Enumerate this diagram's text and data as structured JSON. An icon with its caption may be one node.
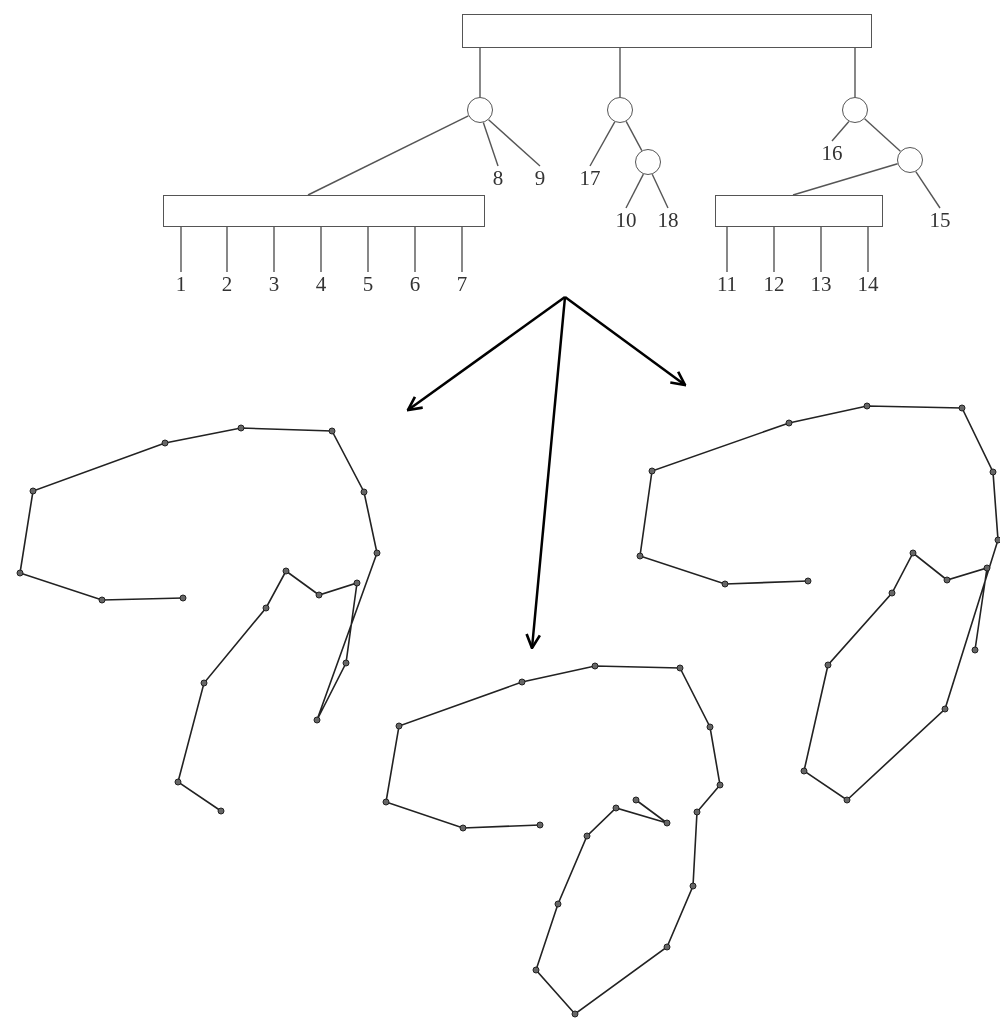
{
  "diagram": {
    "nodes": [
      {
        "text": [],
        "shape": "box"
      },
      {
        "text": [],
        "shape": "circle"
      },
      {
        "text": [],
        "shape": "circle"
      },
      {
        "text": [],
        "shape": "circle"
      },
      {
        "text": [],
        "shape": "box"
      },
      {
        "text": [
          "8"
        ]
      },
      {
        "text": [
          "9"
        ]
      },
      {
        "text": [
          "17"
        ]
      },
      {
        "text": [],
        "shape": "circle"
      },
      {
        "text": [
          "16"
        ]
      },
      {
        "text": [],
        "shape": "circle"
      },
      {
        "text": [],
        "shape": "box"
      },
      {
        "text": [
          "15"
        ]
      },
      {
        "text": [
          "10"
        ]
      },
      {
        "text": [
          "18"
        ]
      },
      {
        "text": [
          "1"
        ]
      },
      {
        "text": [
          "2"
        ]
      },
      {
        "text": [
          "3"
        ]
      },
      {
        "text": [
          "4"
        ]
      },
      {
        "text": [
          "5"
        ]
      },
      {
        "text": [
          "6"
        ]
      },
      {
        "text": [
          "7"
        ]
      },
      {
        "text": [
          "11"
        ]
      },
      {
        "text": [
          "12"
        ]
      },
      {
        "text": [
          "13"
        ]
      },
      {
        "text": [
          "14"
        ]
      },
      {
        "text": [],
        "shape": "picture"
      },
      {
        "text": [],
        "shape": "picture"
      },
      {
        "text": [],
        "shape": "picture"
      }
    ],
    "edges": [
      {
        "from": 0,
        "to": 1,
        "arrow": "none"
      },
      {
        "from": 0,
        "to": 2,
        "arrow": "none"
      },
      {
        "from": 0,
        "to": 3,
        "arrow": "none"
      },
      {
        "from": 1,
        "to": 4,
        "arrow": "none"
      },
      {
        "from": 1,
        "to": 5,
        "arrow": "none"
      },
      {
        "from": 1,
        "to": 6,
        "arrow": "none"
      },
      {
        "from": 2,
        "to": 7,
        "arrow": "none"
      },
      {
        "from": 2,
        "to": 8,
        "arrow": "none"
      },
      {
        "from": 8,
        "to": 13,
        "arrow": "none"
      },
      {
        "from": 8,
        "to": 14,
        "arrow": "none"
      },
      {
        "from": 3,
        "to": 9,
        "arrow": "none"
      },
      {
        "from": 3,
        "to": 10,
        "arrow": "none"
      },
      {
        "from": 10,
        "to": 11,
        "arrow": "none"
      },
      {
        "from": 10,
        "to": 12,
        "arrow": "none"
      },
      {
        "from": 4,
        "to": 15,
        "arrow": "none"
      },
      {
        "from": 4,
        "to": 16,
        "arrow": "none"
      },
      {
        "from": 4,
        "to": 17,
        "arrow": "none"
      },
      {
        "from": 4,
        "to": 18,
        "arrow": "none"
      },
      {
        "from": 4,
        "to": 19,
        "arrow": "none"
      },
      {
        "from": 4,
        "to": 20,
        "arrow": "none"
      },
      {
        "from": 4,
        "to": 21,
        "arrow": "none"
      },
      {
        "from": 11,
        "to": 22,
        "arrow": "none"
      },
      {
        "from": 11,
        "to": 23,
        "arrow": "none"
      },
      {
        "from": 11,
        "to": 24,
        "arrow": "none"
      },
      {
        "from": 11,
        "to": 25,
        "arrow": "none"
      },
      {
        "from": null,
        "to": 26,
        "arrow": "to"
      },
      {
        "from": null,
        "to": 27,
        "arrow": "to"
      },
      {
        "from": null,
        "to": 28,
        "arrow": "to"
      }
    ]
  }
}
